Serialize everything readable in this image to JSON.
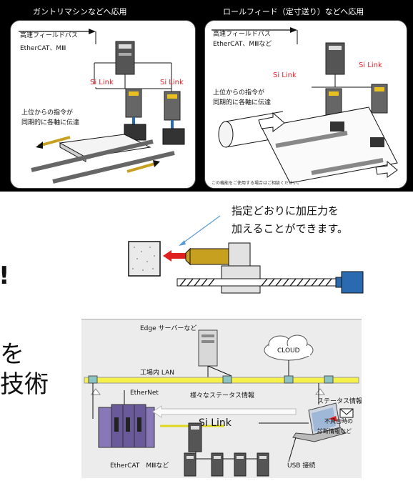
{
  "top": {
    "left_panel": {
      "title": "ガントリマシンなどへ応用",
      "bus_label": "高速フィールドバス",
      "bus_sub": "EtherCAT、MⅢ",
      "link_a": "Si Link",
      "link_b": "Si Link",
      "note_line1": "上位からの指令が",
      "note_line2": "同期的に各軸に伝達"
    },
    "right_panel": {
      "title": "ロールフィード（定寸送り）などへ応用",
      "bus_label": "高速フィールドバス",
      "bus_sub": "EtherCAT、MⅢなど",
      "link_a": "Si Link",
      "link_b": "Si Link",
      "note_line1": "上位からの指令が",
      "note_line2": "同期的に各軸に伝達",
      "footnote": "この機能をご使用する場合はご相談ください。"
    }
  },
  "press": {
    "caption_line1": "指定どおりに加圧力を",
    "caption_line2": "加えることができます。"
  },
  "partial_text": {
    "exclaim": "!",
    "line1": "を",
    "line2": "技術"
  },
  "network": {
    "edge_server": "Edge サーバーなど",
    "cloud": "CLOUD",
    "lan": "工場内 LAN",
    "ethernet": "EtherNet",
    "status_info": "様々なステータス情報",
    "si_link": "Si Link",
    "status_etc": "ステータス情報など",
    "fault_line1": "不具合時の",
    "fault_line2": "診断情報など",
    "ethercat": "EtherCAT　MⅢなど",
    "usb": "USB 接続"
  },
  "colors": {
    "red_label": "#e8202a",
    "lan_yellow": "#f5f04a",
    "plc_purple": "#6a5a9a",
    "actuator_blue": "#2a6ab0",
    "press_gold": "#c8a020",
    "press_red": "#e02020"
  }
}
